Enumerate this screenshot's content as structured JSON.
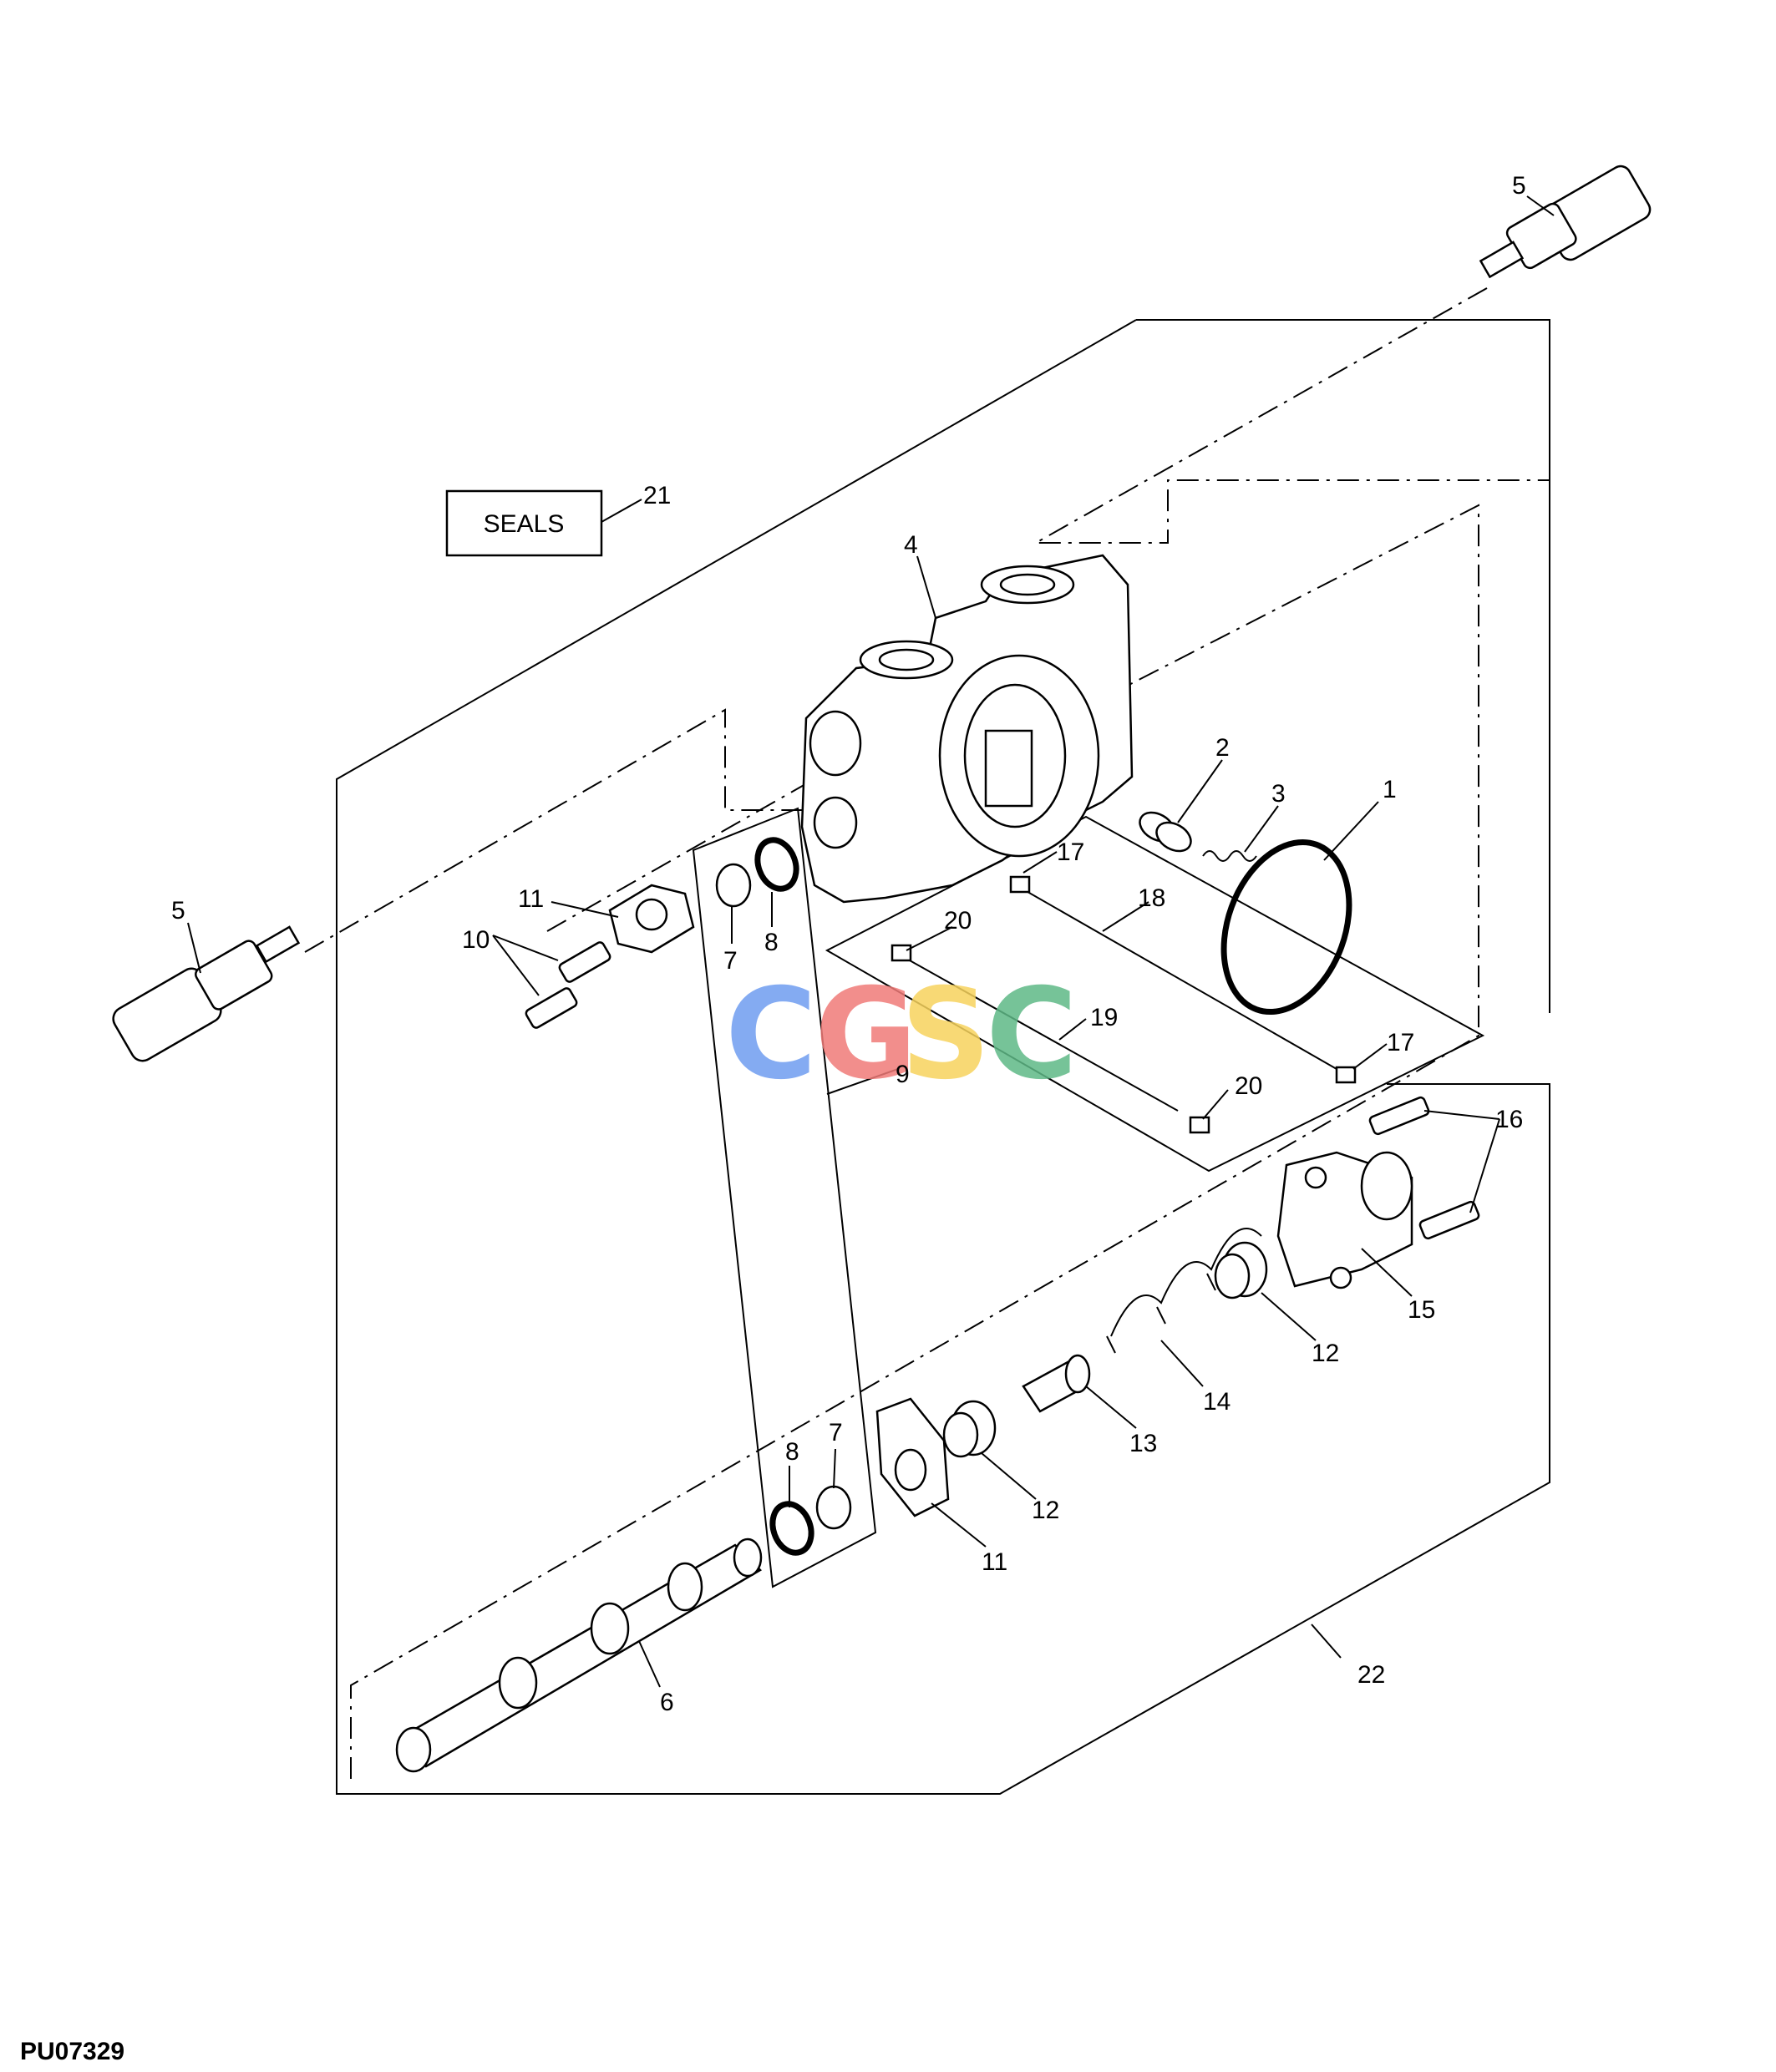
{
  "figure_id": "PU07329",
  "seals_box_label": "SEALS",
  "watermark": {
    "letters": [
      "C",
      "G",
      "S",
      "C"
    ],
    "colors": [
      "#6f9df0",
      "#f07b78",
      "#f7d35d",
      "#5fb987"
    ]
  },
  "callouts": [
    "1",
    "2",
    "3",
    "4",
    "5",
    "5",
    "6",
    "7",
    "7",
    "8",
    "8",
    "9",
    "10",
    "11",
    "11",
    "12",
    "12",
    "13",
    "14",
    "15",
    "16",
    "17",
    "17",
    "18",
    "19",
    "20",
    "20",
    "21",
    "22"
  ]
}
